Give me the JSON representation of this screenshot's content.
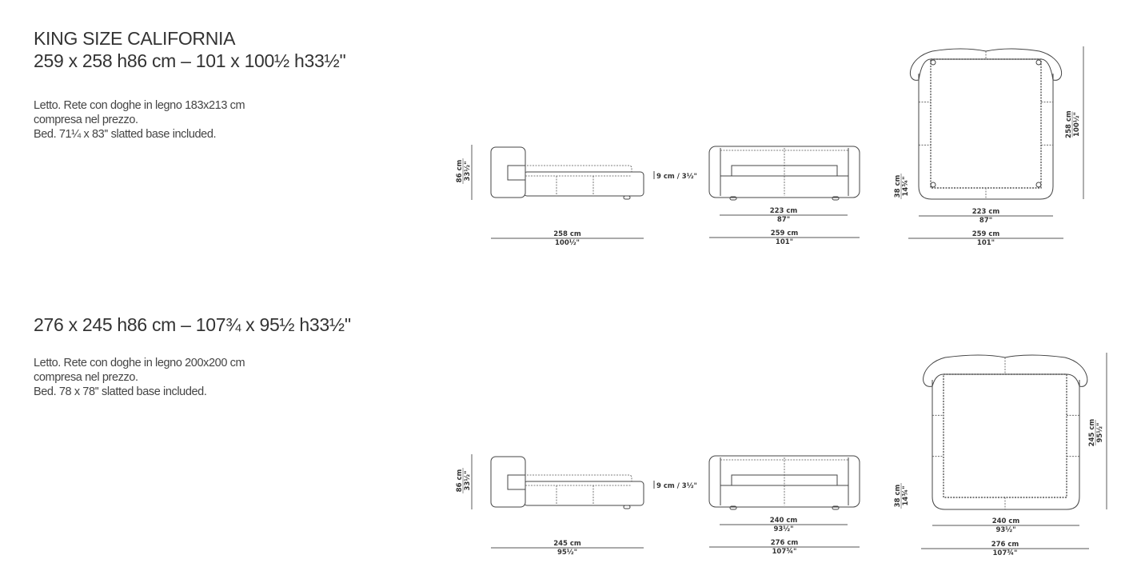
{
  "sections": [
    {
      "name": "KING SIZE CALIFORNIA",
      "dimensions": "259 x 258 h86 cm – 101 x 100½ h33½''",
      "desc": [
        "Letto. Rete con doghe in legno 183x213 cm",
        "compresa nel prezzo.",
        "Bed. 71¼ x 83'' slatted base included."
      ],
      "side": {
        "height_cm": "86 cm",
        "height_in": "33½\"",
        "mattress": "9 cm / 3½\"",
        "length_cm": "258 cm",
        "length_in": "100½\""
      },
      "front": {
        "inner_cm": "223 cm",
        "inner_in": "87\"",
        "width_cm": "259 cm",
        "width_in": "101\"",
        "seat_cm": "38 cm",
        "seat_in": "14¾\""
      },
      "top": {
        "inner_cm": "223 cm",
        "inner_in": "87\"",
        "width_cm": "259 cm",
        "width_in": "101\"",
        "depth_cm": "258 cm",
        "depth_in": "100½\""
      }
    },
    {
      "name": "",
      "dimensions": "276 x 245 h86 cm – 107¾ x 95½ h33½''",
      "desc": [
        "Letto. Rete con doghe in legno 200x200 cm",
        "compresa nel prezzo.",
        "Bed. 78 x 78'' slatted base included."
      ],
      "side": {
        "height_cm": "86 cm",
        "height_in": "33½\"",
        "mattress": "9 cm / 3½\"",
        "length_cm": "245 cm",
        "length_in": "95½\""
      },
      "front": {
        "inner_cm": "240 cm",
        "inner_in": "93½\"",
        "width_cm": "276 cm",
        "width_in": "107¾\"",
        "seat_cm": "38 cm",
        "seat_in": "14¾\""
      },
      "top": {
        "inner_cm": "240 cm",
        "inner_in": "93½\"",
        "width_cm": "276 cm",
        "width_in": "107¾\"",
        "depth_cm": "245 cm",
        "depth_in": "95½\""
      }
    }
  ]
}
